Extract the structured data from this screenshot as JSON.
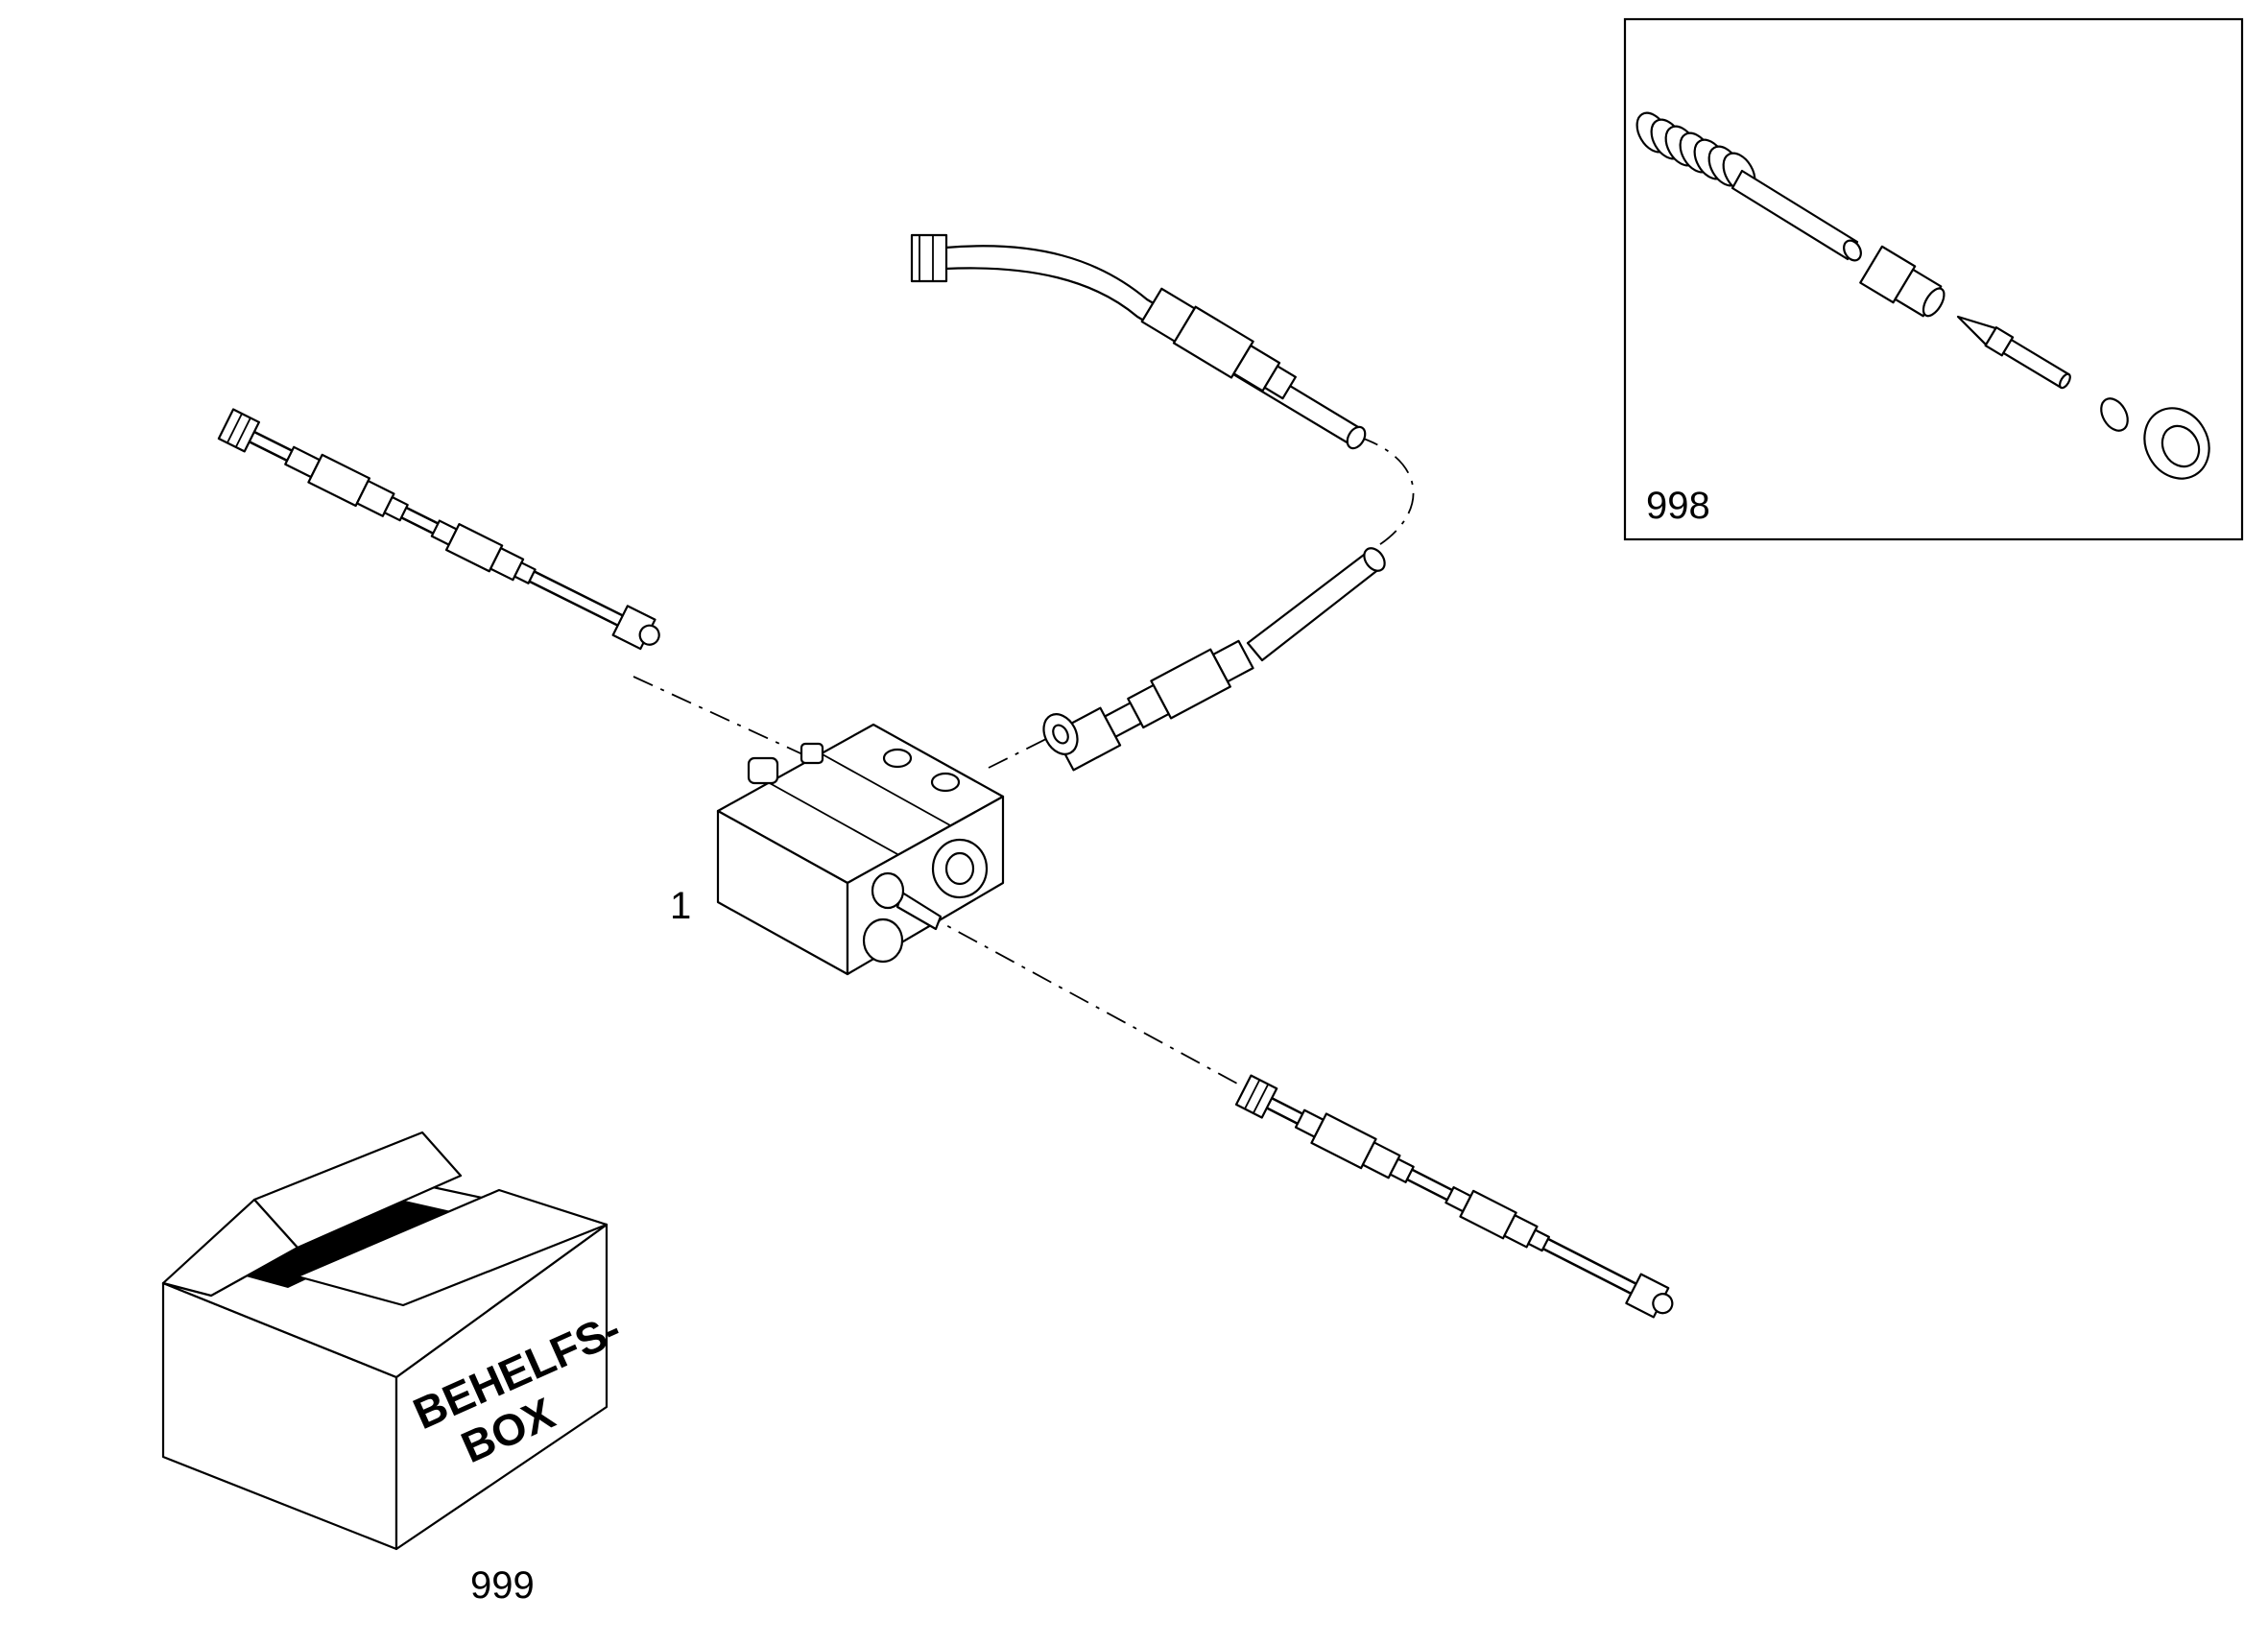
{
  "callouts": {
    "valve_block": "1",
    "detail_kit": "998",
    "spare_box": "999"
  },
  "box_text": {
    "line1": "BEHELFS-",
    "line2": "BOX"
  }
}
